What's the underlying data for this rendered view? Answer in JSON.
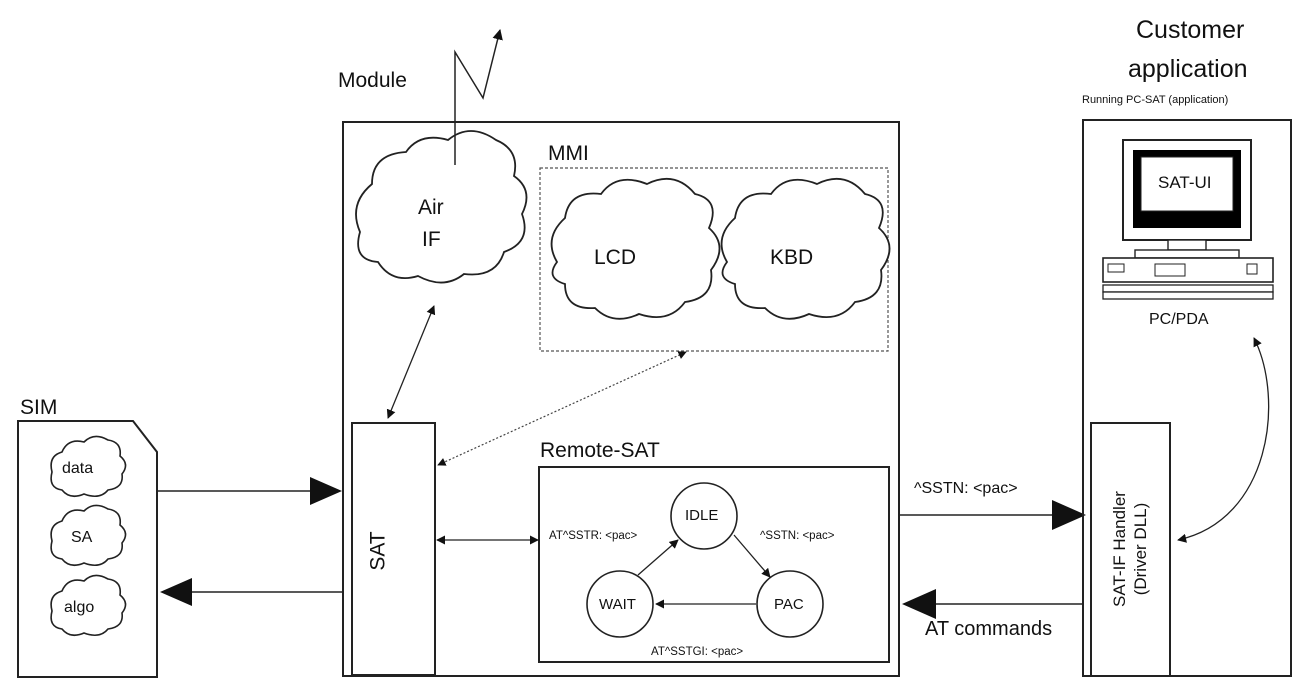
{
  "module": {
    "label": "Module"
  },
  "sim": {
    "label": "SIM",
    "items": [
      "data",
      "SA",
      "algo"
    ]
  },
  "air_if": {
    "line1": "Air",
    "line2": "IF"
  },
  "mmi": {
    "label": "MMI",
    "lcd": "LCD",
    "kbd": "KBD"
  },
  "sat": {
    "label": "SAT"
  },
  "remote_sat": {
    "label": "Remote-SAT",
    "states": {
      "idle": "IDLE",
      "wait": "WAIT",
      "pac": "PAC"
    },
    "transitions": {
      "wait_to_idle": "AT^SSTR: <pac>",
      "idle_to_pac": "^SSTN: <pac>",
      "pac_to_wait": "AT^SSTGI: <pac>"
    }
  },
  "links": {
    "sstn": "^SSTN: <pac>",
    "at_commands": "AT commands"
  },
  "customer": {
    "title_line1": "Customer",
    "title_line2": "application",
    "subtitle": "Running PC-SAT (application)",
    "screen_label": "SAT-UI",
    "pc_label": "PC/PDA",
    "handler_line1": "SAT-IF Handler",
    "handler_line2": "(Driver DLL)"
  }
}
